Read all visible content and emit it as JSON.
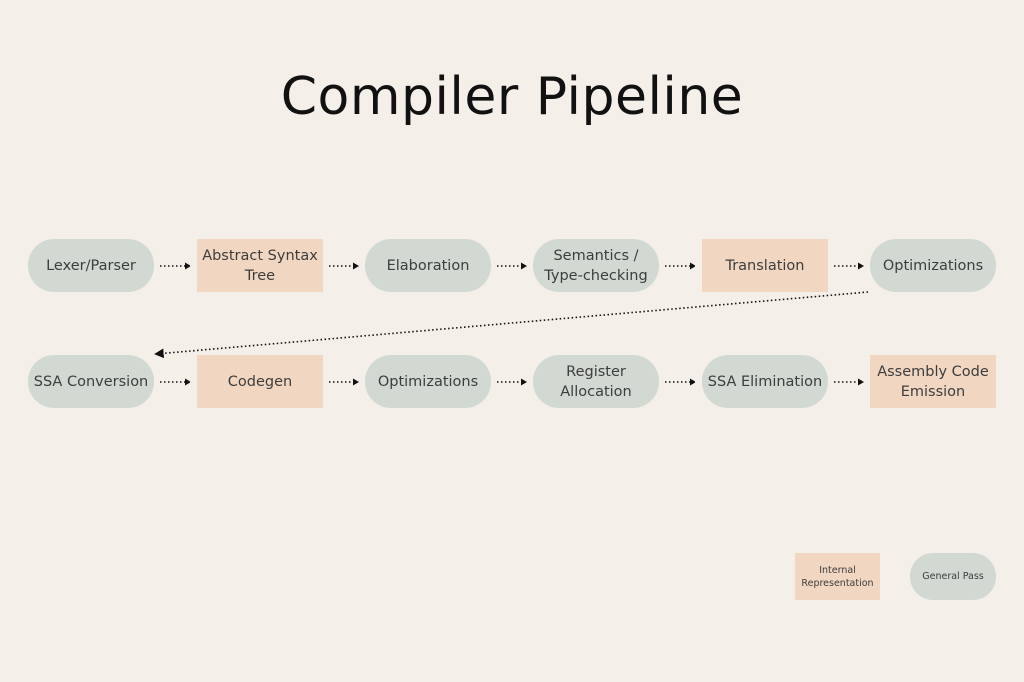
{
  "title": "Compiler Pipeline",
  "row1": [
    {
      "kind": "pass",
      "lines": [
        "Lexer/Parser"
      ]
    },
    {
      "kind": "ir",
      "lines": [
        "Abstract Syntax",
        "Tree"
      ]
    },
    {
      "kind": "pass",
      "lines": [
        "Elaboration"
      ]
    },
    {
      "kind": "pass",
      "lines": [
        "Semantics /",
        "Type-checking"
      ]
    },
    {
      "kind": "ir",
      "lines": [
        "Translation"
      ]
    },
    {
      "kind": "pass",
      "lines": [
        "Optimizations"
      ]
    }
  ],
  "row2": [
    {
      "kind": "pass",
      "lines": [
        "SSA Conversion"
      ]
    },
    {
      "kind": "ir",
      "lines": [
        "Codegen"
      ]
    },
    {
      "kind": "pass",
      "lines": [
        "Optimizations"
      ]
    },
    {
      "kind": "pass",
      "lines": [
        "Register",
        "Allocation"
      ]
    },
    {
      "kind": "pass",
      "lines": [
        "SSA Elimination"
      ]
    },
    {
      "kind": "ir",
      "lines": [
        "Assembly Code",
        "Emission"
      ]
    }
  ],
  "legend": {
    "ir_line1": "Internal",
    "ir_line2": "Representation",
    "pass_label": "General Pass"
  },
  "colors": {
    "background": "#f5efea",
    "pass_fill": "#d1d9d2",
    "ir_fill": "#f1d6c2",
    "text": "#3d3d3d",
    "arrow": "#111111"
  }
}
